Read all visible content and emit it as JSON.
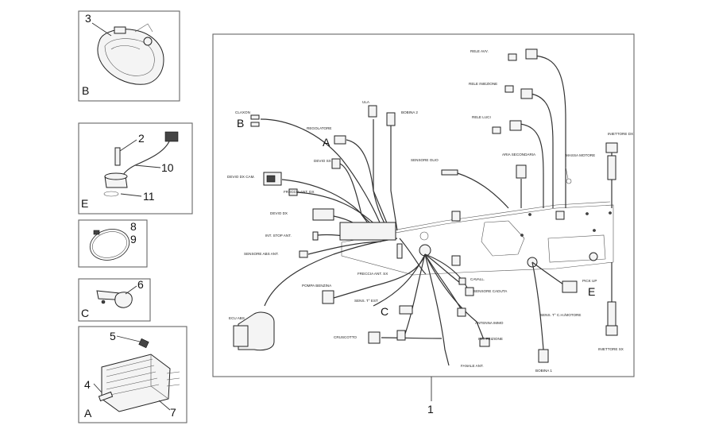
{
  "callouts": {
    "n1": "1",
    "n2": "2",
    "n3": "3",
    "n4": "4",
    "n5": "5",
    "n6": "6",
    "n7": "7",
    "n8": "8",
    "n9": "9",
    "n10": "10",
    "n11": "11"
  },
  "letters": {
    "b_panel": "B",
    "e_panel": "E",
    "c_panel": "C",
    "a_panel": "A",
    "b_main": "B",
    "a_main": "A",
    "c_main": "C",
    "e_main": "E"
  },
  "labels": {
    "clacson": "CLAXON",
    "regolatore": "REGOLATORE",
    "devio_sx": "DEVIO SX",
    "devio_cam": "DEVIO DX CAM.",
    "freccia_ant_dx": "FRECCIA ANT. DX",
    "devio_dx": "DEVIO DX",
    "int_stop_ant": "INT. STOP ANT.",
    "sensore_abs_ant": "SENSORE ABS ANT.",
    "pompa_benzina": "POMPA BENZINA",
    "freccia_ant_sx": "FRECCIA ANT. SX",
    "sens_t_est": "SENS. T° EST",
    "cruscotto": "CRUSCOTTO",
    "ecu_abs": "ECU ABS",
    "fanale_ant": "FANALE ANT.",
    "int_frizione": "INT. FRIZIONE",
    "antenna_immo": "ANTENNA IMMO",
    "sensore_caduta": "SENSORE CADUTA",
    "cavalletto": "CAVALL.",
    "bobina_2": "BOBINA 2",
    "bobina_1": "BOBINA 1",
    "sensore_olio": "SENSORE OLIO",
    "aria_secondaria": "ARIA SECONDARIA",
    "massa_motore": "MASSA MOTORE",
    "iniettore_dx": "INIETTORE DX",
    "iniettore_sx": "INIETTORE SX",
    "pick_up": "PICK UP",
    "sens_giri": "SENS. T° C.H./MOTORE",
    "rele_avv": "RELE AVV.",
    "rele_iniezione": "RELE INIEZIONE",
    "rele_luci": "RELE LUCI",
    "ula": "ULA"
  }
}
